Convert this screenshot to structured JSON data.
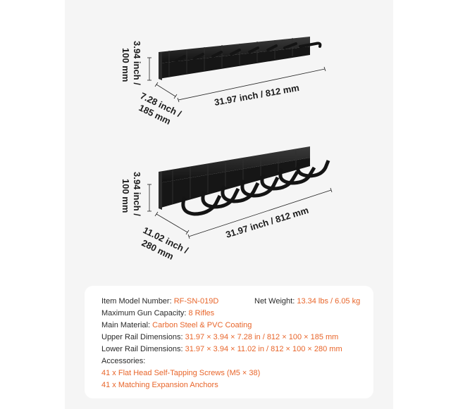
{
  "colors": {
    "accent": "#e8652a",
    "text": "#2a2a2a",
    "rack": "#1e1e1e",
    "panel": "#f5f5f5"
  },
  "upper_rack": {
    "height_label_line1": "3.94 inch /",
    "height_label_line2": "100 mm",
    "depth_label_line1": "7.28 inch /",
    "depth_label_line2": "185 mm",
    "length_label": "31.97 inch / 812 mm"
  },
  "lower_rack": {
    "height_label_line1": "3.94 inch /",
    "height_label_line2": "100 mm",
    "depth_label_line1": "11.02 inch /",
    "depth_label_line2": "280 mm",
    "length_label": "31.97 inch / 812 mm"
  },
  "specs": {
    "model_label": "Item Model Number: ",
    "model_value": "RF-SN-019D",
    "weight_label": "Net Weight: ",
    "weight_value": "13.34 lbs / 6.05 kg",
    "capacity_label": "Maximum Gun Capacity: ",
    "capacity_value": "8 Rifles",
    "material_label": "Main Material: ",
    "material_value": "Carbon Steel & PVC Coating",
    "upper_label": "Upper Rail Dimensions: ",
    "upper_value": "31.97 × 3.94 × 7.28 in / 812 × 100 × 185 mm",
    "lower_label": "Lower Rail Dimensions: ",
    "lower_value": "31.97 × 3.94 × 11.02 in / 812 × 100 × 280 mm",
    "accessories_label": "Accessories:",
    "accessory_1": "41 x Flat Head Self-Tapping Screws (M5 × 38)",
    "accessory_2": "41 x Matching Expansion Anchors"
  }
}
